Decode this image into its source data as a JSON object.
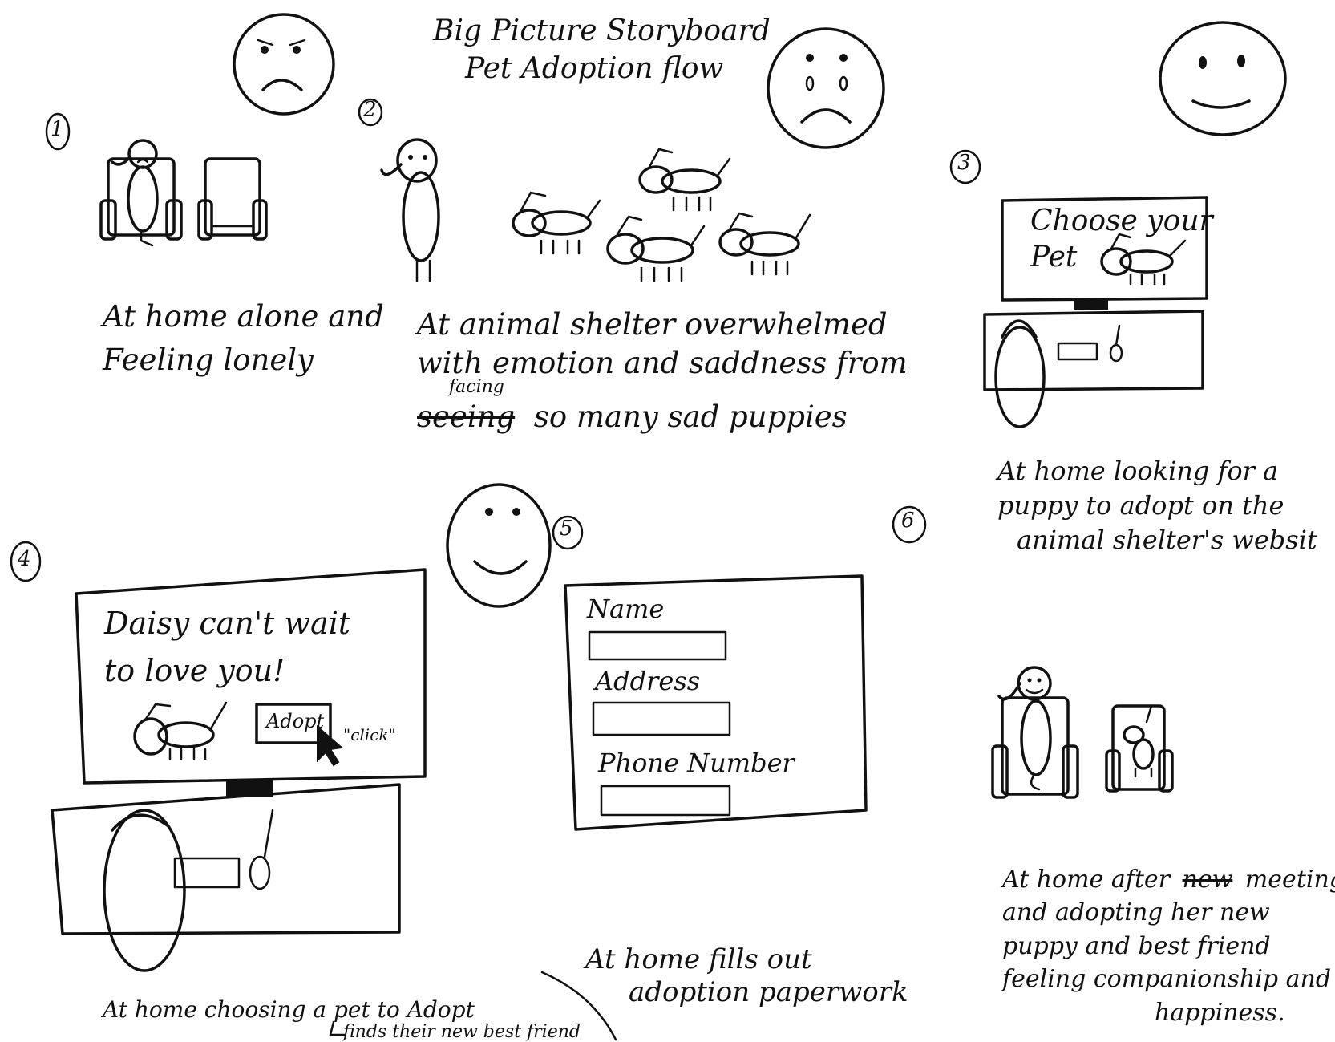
{
  "title": {
    "line1": "Big Picture Storyboard",
    "line2": "Pet Adoption flow"
  },
  "panels": [
    {
      "number": "1",
      "caption_line1": "At home alone and",
      "caption_line2": "Feeling lonely"
    },
    {
      "number": "2",
      "caption_line1": "At animal shelter overwhelmed",
      "caption_line2": "with emotion and saddness from",
      "caption_insert": "facing",
      "caption_struck": "seeing",
      "caption_line3": "so many sad puppies"
    },
    {
      "number": "3",
      "screen_text_line1": "Choose your",
      "screen_text_line2": "Pet",
      "caption_line1": "At home looking for a",
      "caption_line2": "puppy to adopt on the",
      "caption_line3": "animal shelter's websit"
    },
    {
      "number": "4",
      "screen_text_line1": "Daisy can't wait",
      "screen_text_line2": "to love you!",
      "button_label": "Adopt",
      "click_note": "\"click\"",
      "caption_line1": "At home choosing a pet to Adopt",
      "caption_line2": "finds their new best friend"
    },
    {
      "number": "5",
      "form_labels": [
        "Name",
        "Address",
        "Phone Number"
      ],
      "caption_line1": "At home fills out",
      "caption_line2": "adoption paperwork"
    },
    {
      "number": "6",
      "caption_line1": "At home after",
      "caption_struck": "new",
      "caption_line1b": "meeting",
      "caption_line2": "and adopting her new",
      "caption_line3": "puppy and best friend",
      "caption_line4": "feeling companionship and",
      "caption_line5": "happiness."
    }
  ],
  "icons": [
    "sad-face-icon",
    "crying-face-icon",
    "happy-face-icon",
    "smiley-face-icon",
    "dog-icon",
    "person-icon",
    "armchair-icon",
    "cursor-icon",
    "computer-icon"
  ]
}
